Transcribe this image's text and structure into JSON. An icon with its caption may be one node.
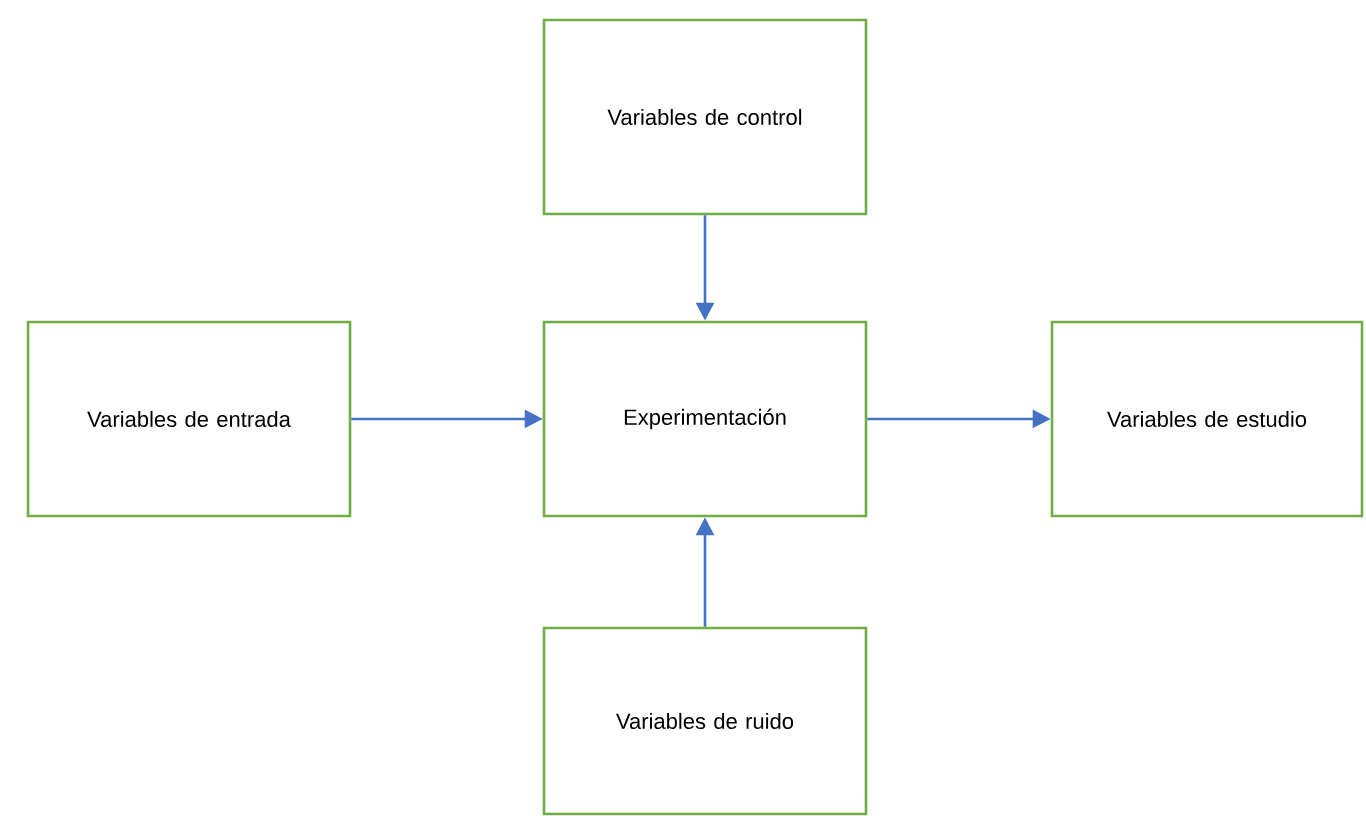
{
  "diagram": {
    "nodes": [
      {
        "text": [
          "Variables de control"
        ]
      },
      {
        "text": [
          "Variables de entrada"
        ]
      },
      {
        "text": [
          "Experimentación"
        ]
      },
      {
        "text": [
          "Variables de estudio"
        ]
      },
      {
        "text": [
          "Variables de ruido"
        ]
      }
    ],
    "edges": [
      {
        "from": 0,
        "to": 2,
        "arrow": "to"
      },
      {
        "from": 1,
        "to": 2,
        "arrow": "to"
      },
      {
        "from": 2,
        "to": 3,
        "arrow": "to"
      },
      {
        "from": 4,
        "to": 2,
        "arrow": "to"
      }
    ]
  }
}
